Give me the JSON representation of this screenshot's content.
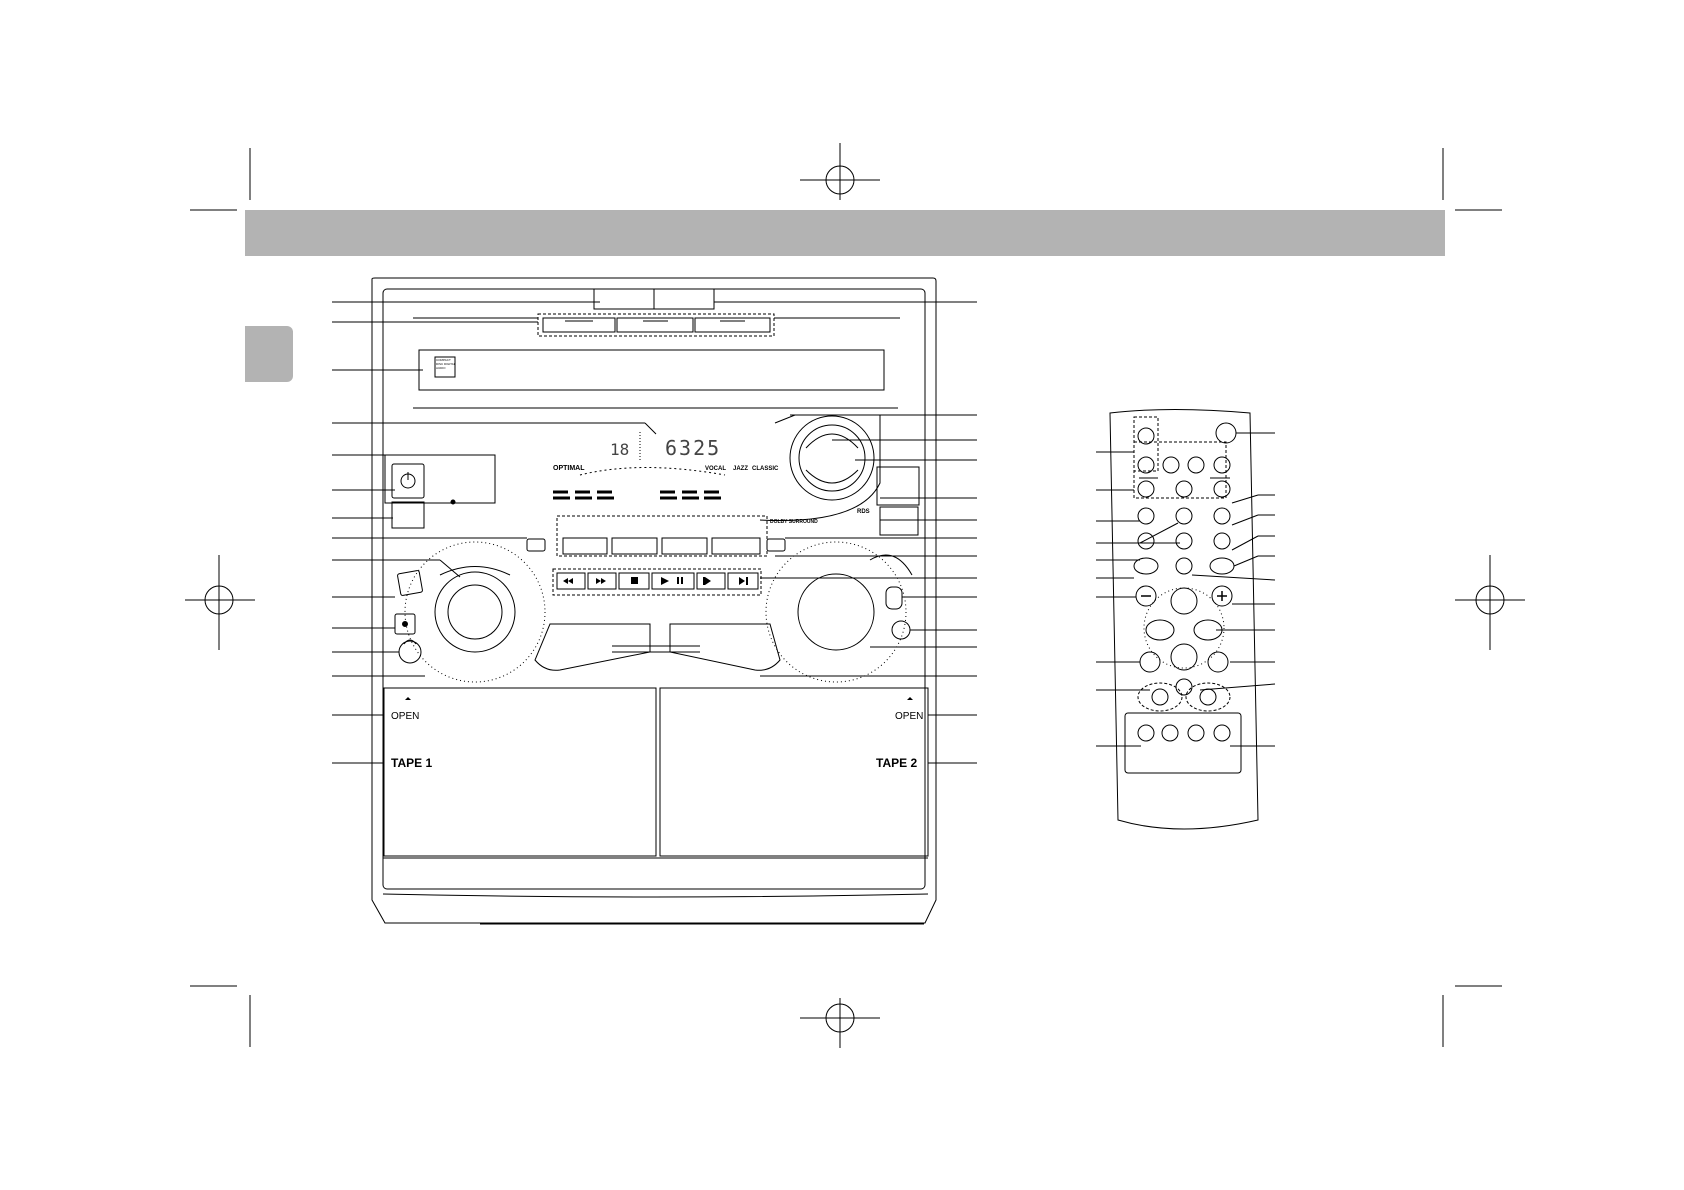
{
  "front_panel": {
    "tape1_open_label": "OPEN",
    "tape1_label": "TAPE 1",
    "tape2_open_label": "OPEN",
    "tape2_label": "TAPE 2"
  },
  "display": {
    "digits_left": "18",
    "digits_main": "6325",
    "preset_words": [
      "OPTIMAL",
      "VOCAL",
      "JAZZ",
      "CLASSIC"
    ]
  },
  "logos": {
    "cd_logo": "COMPACT DISC DIGITAL AUDIO",
    "dolby_logo": "DOLBY SURROUND",
    "rds_logo": "RDS"
  },
  "icons": [
    "power-icon",
    "rewind-icon",
    "fast-forward-icon",
    "stop-icon",
    "play-pause-icon",
    "previous-icon",
    "next-icon",
    "record-icon",
    "headphones-icon",
    "minus-icon",
    "plus-icon",
    "registration-mark-icon"
  ],
  "colors": {
    "header_gray": "#b3b3b3",
    "line": "#000000",
    "panel_fill": "#ffffff"
  }
}
